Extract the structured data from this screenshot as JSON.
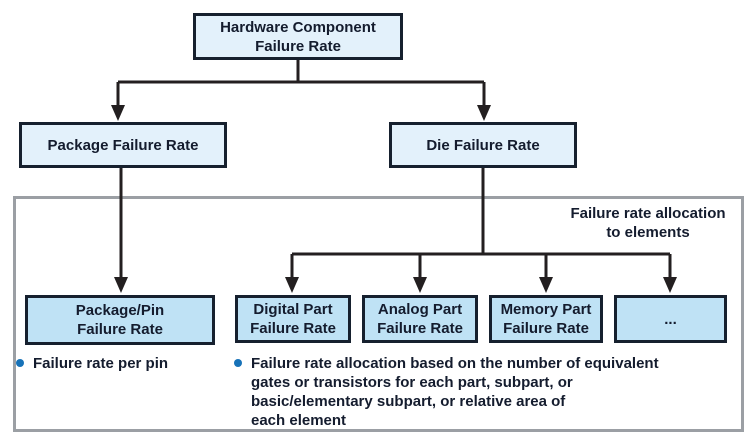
{
  "diagram": {
    "nodes": {
      "hardware": {
        "lines": [
          "Hardware Component",
          "Failure Rate"
        ]
      },
      "package": {
        "lines": [
          "Package Failure Rate"
        ]
      },
      "die": {
        "lines": [
          "Die Failure Rate"
        ]
      },
      "package_pin": {
        "lines": [
          "Package/Pin",
          "Failure Rate"
        ]
      },
      "digital": {
        "lines": [
          "Digital Part",
          "Failure Rate"
        ]
      },
      "analog": {
        "lines": [
          "Analog Part",
          "Failure Rate"
        ]
      },
      "memory": {
        "lines": [
          "Memory Part",
          "Failure Rate"
        ]
      },
      "others": {
        "lines": [
          "..."
        ]
      }
    },
    "panel": {
      "caption_lines": [
        "Failure rate allocation",
        "to elements"
      ]
    },
    "bullets": {
      "left": {
        "text": "Failure rate per pin"
      },
      "right": {
        "lines": [
          "Failure rate allocation based on the number of equivalent",
          "gates or transistors for each part, subpart, or",
          "basic/elementary subpart, or relative area of",
          "each element"
        ]
      }
    },
    "colors": {
      "box_fill_light": "#e3f1fb",
      "box_fill_medium": "#bfe2f5",
      "box_border": "#16202e",
      "connector": "#231f20",
      "panel_border": "#9b9fa4",
      "bullet_dot": "#1772b8",
      "text": "#141c2e"
    }
  }
}
